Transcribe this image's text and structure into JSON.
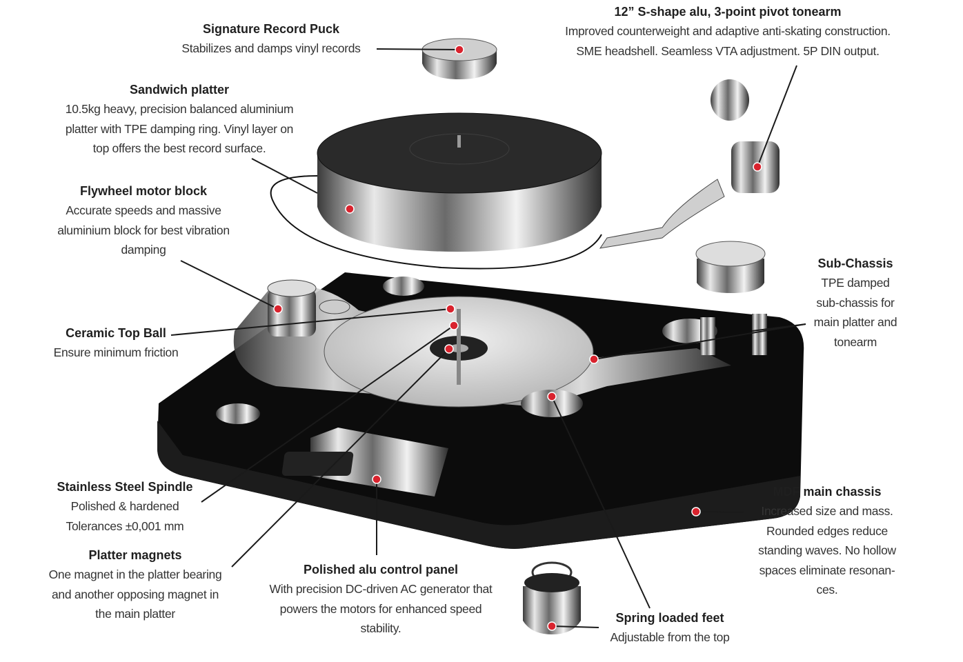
{
  "callouts": {
    "puck": {
      "title": "Signature Record Puck",
      "lines": [
        "Stabilizes and damps vinyl records"
      ]
    },
    "tonearm": {
      "title": "12” S-shape alu, 3-point pivot tonearm",
      "lines": [
        "Improved counterweight and adaptive anti-skating construction.",
        "SME headshell. Seamless VTA adjustment. 5P DIN output."
      ]
    },
    "platter": {
      "title": "Sandwich platter",
      "lines": [
        "10.5kg heavy, precision balanced aluminium",
        "platter with TPE damping ring. Vinyl layer on",
        "top offers the best record surface."
      ]
    },
    "flywheel": {
      "title": "Flywheel motor block",
      "lines": [
        "Accurate speeds and massive",
        "aluminium block for best vibration",
        "damping"
      ]
    },
    "ball": {
      "title": "Ceramic Top Ball",
      "lines": [
        "Ensure minimum friction"
      ]
    },
    "subchassis": {
      "title": "Sub-Chassis",
      "lines": [
        "TPE damped",
        "sub-chassis for",
        "main platter and",
        "tonearm"
      ]
    },
    "spindle": {
      "title": "Stainless Steel Spindle",
      "lines": [
        "Polished & hardened",
        "Tolerances ±0,001 mm"
      ]
    },
    "magnets": {
      "title": "Platter magnets",
      "lines": [
        "One magnet in the platter bearing",
        "and another opposing magnet in",
        "the main platter"
      ]
    },
    "panel": {
      "title": "Polished alu control panel",
      "lines": [
        "With precision DC-driven AC generator that",
        "powers the motors for enhanced speed",
        "stability."
      ]
    },
    "chassis": {
      "title": "MDF main chassis",
      "lines": [
        "Increased size and mass.",
        "Rounded edges reduce",
        "standing waves. No hollow",
        "spaces eliminate resonan-",
        "ces."
      ]
    },
    "feet": {
      "title": "Spring loaded feet",
      "lines": [
        "Adjustable from the top"
      ]
    }
  },
  "colors": {
    "marker": "#d9232e",
    "chassis": "#0c0c0c",
    "line": "#1a1a1a"
  }
}
